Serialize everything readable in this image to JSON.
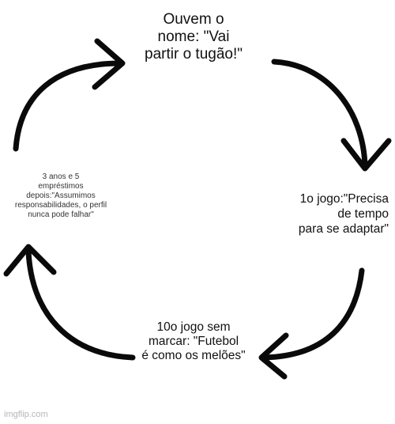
{
  "labels": {
    "top": "Ouvem o\nnome: \"Vai\npartir o tugão!\"",
    "right": "1o jogo:\"Precisa\nde tempo\npara se adaptar\"",
    "bottom": "10o jogo sem\nmarcar: \"Futebol\né como os melões\"",
    "left": "3 anos e 5\nempréstimos\ndepois:\"Assumimos\nresponsabilidades, o perfil\nnunca pode falhar\""
  },
  "watermark": "imgflip.com",
  "colors": {
    "arrow": "#0a0a0a",
    "background": "#ffffff",
    "watermark": "#b5b5b5"
  }
}
